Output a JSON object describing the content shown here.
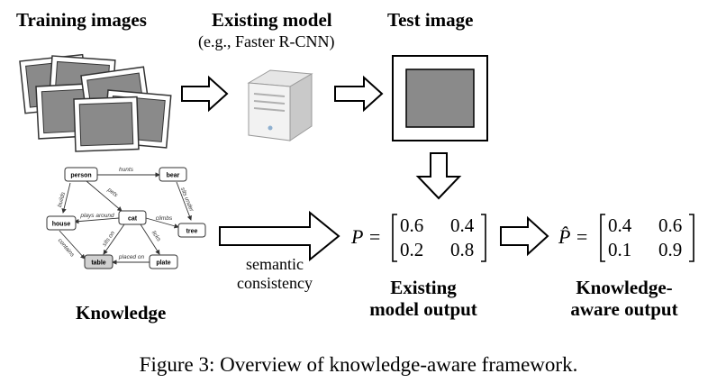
{
  "headings": {
    "training": "Training images",
    "existing_model": "Existing model",
    "existing_model_sub": "(e.g., Faster R-CNN)",
    "test": "Test image",
    "knowledge": "Knowledge",
    "existing_output_line1": "Existing",
    "existing_output_line2": "model output",
    "aware_output_line1": "Knowledge-",
    "aware_output_line2": "aware output"
  },
  "arrow_label": {
    "line1": "semantic",
    "line2": "consistency"
  },
  "matrices": {
    "p": {
      "symbol": "P",
      "rows": [
        [
          "0.6",
          "0.4"
        ],
        [
          "0.2",
          "0.8"
        ]
      ]
    },
    "phat": {
      "symbol": "P̂",
      "rows": [
        [
          "0.4",
          "0.6"
        ],
        [
          "0.1",
          "0.9"
        ]
      ]
    }
  },
  "graph": {
    "nodes": {
      "person": "person",
      "bear": "bear",
      "house": "house",
      "cat": "cat",
      "tree": "tree",
      "table": "table",
      "plate": "plate"
    },
    "edges": {
      "hunts": "hunts",
      "builds": "builds",
      "pets": "pets",
      "sits_under": "sits under",
      "plays_around": "plays around",
      "climbs": "climbs",
      "contains": "contains",
      "sits_on": "sits on",
      "licks": "licks",
      "placed_on": "placed on"
    }
  },
  "caption": "Figure 3: Overview of knowledge-aware framework."
}
